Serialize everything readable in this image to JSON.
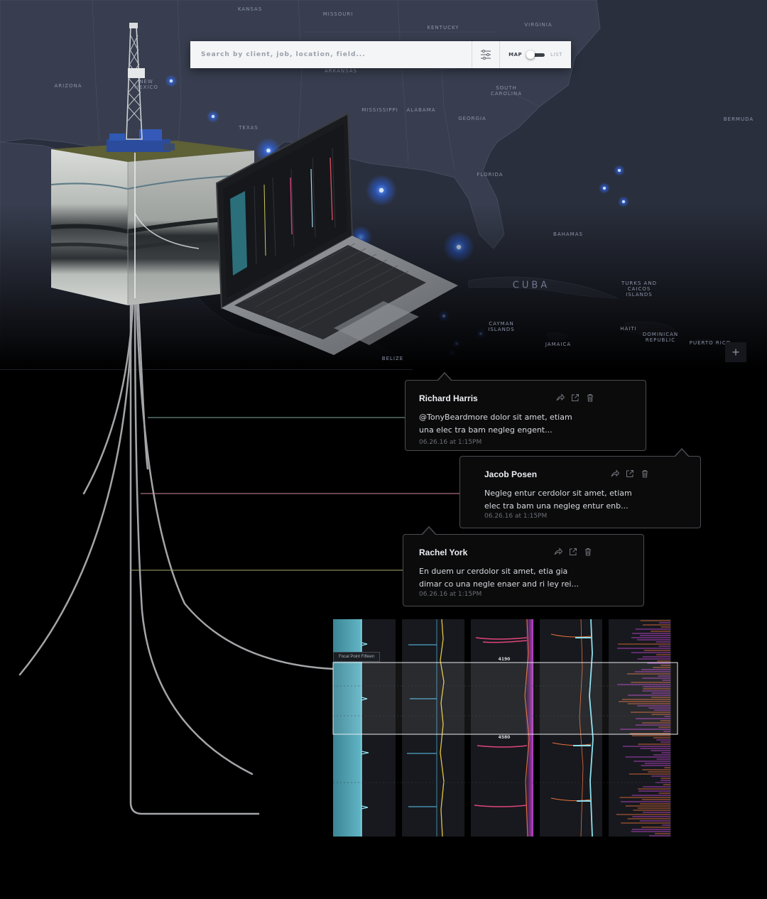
{
  "colors": {
    "map_bg": "#2a2f3d",
    "land": "#3b4152",
    "accent_blue": "#3b82ff",
    "line_teal": "#7fa9a4",
    "line_pink": "#d68aa0",
    "line_olive": "#a8ac6a",
    "card_border": "#4a4c50",
    "track_cyan": "#5fb8c9",
    "track_orange": "#e8703a",
    "track_magenta": "#c546d6"
  },
  "search": {
    "placeholder": "Search by client, job, location, field..."
  },
  "view_toggle": {
    "map_label": "MAP",
    "list_label": "LIST",
    "selected": "MAP"
  },
  "map": {
    "labels": [
      {
        "text": "KANSAS"
      },
      {
        "text": "MISSOURI"
      },
      {
        "text": "KENTUCKY"
      },
      {
        "text": "VIRGINIA"
      },
      {
        "text": "ARKANSAS"
      },
      {
        "text": "ARIZONA"
      },
      {
        "text": "NEW MEXICO"
      },
      {
        "text": "SOUTH CAROLINA"
      },
      {
        "text": "MISSISSIPPI"
      },
      {
        "text": "ALABAMA"
      },
      {
        "text": "GEORGIA"
      },
      {
        "text": "TEXAS"
      },
      {
        "text": "BERMUDA"
      },
      {
        "text": "FLORIDA"
      },
      {
        "text": "BAHAMAS"
      },
      {
        "text": "CUBA"
      },
      {
        "text": "TURKS AND CAICOS ISLANDS"
      },
      {
        "text": "CAYMAN ISLANDS"
      },
      {
        "text": "HAITI"
      },
      {
        "text": "DOMINICAN REPUBLIC"
      },
      {
        "text": "JAMAICA"
      },
      {
        "text": "PUERTO RICO"
      },
      {
        "text": "BELIZE"
      }
    ],
    "zoom_in_label": "+"
  },
  "comments": [
    {
      "author": "Richard Harris",
      "text_line1": "@TonyBeardmore dolor sit amet, etiam",
      "text_line2": "una elec tra bam negleg engent...",
      "time": "06.26.16 at 1:15PM"
    },
    {
      "author": "Jacob Posen",
      "text_line1": "Negleg entur cerdolor sit amet, etiam",
      "text_line2": "elec tra bam una negleg entur enb...",
      "time": "06.26.16 at 1:15PM"
    },
    {
      "author": "Rachel York",
      "text_line1": "En duem ur cerdolor sit amet, etia gia",
      "text_line2": "dimar co una negle enaer and ri ley rei...",
      "time": "06.26.16 at 1:15PM"
    }
  ],
  "log_panel": {
    "focal_label": "Focal Point Fifteen",
    "depth_top": "4190",
    "depth_bottom": "4580"
  }
}
